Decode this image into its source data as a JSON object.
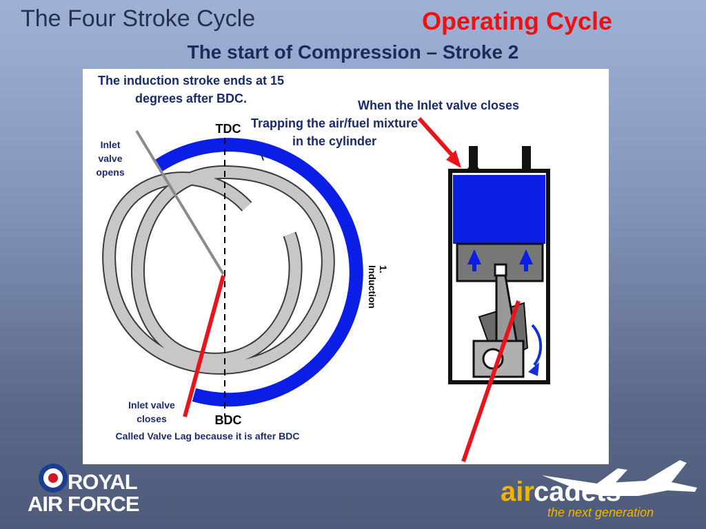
{
  "header": {
    "title": "The Four Stroke Cycle",
    "badge": "Operating Cycle",
    "subtitle": "The start of Compression – Stroke 2"
  },
  "diagram": {
    "note_induction_end": "The induction stroke ends at 15 degrees after BDC.",
    "note_valve_closes": "When the Inlet valve closes",
    "note_trapping": "Trapping the air/fuel mixture in the cylinder",
    "tdc": "TDC",
    "bdc": "BDC",
    "inlet_opens": "Inlet valve opens",
    "inlet_closes": "Inlet valve closes",
    "valve_lag": "Called Valve Lag because it is after BDC",
    "stroke_label": "1. Induction",
    "colors": {
      "induction_arc": "#0a1ee6",
      "spiral": "#c7c7c7",
      "pointer": "#e8141b",
      "crank_arrow": "#1330d8"
    }
  },
  "logos": {
    "raf_line1": "ROYAL",
    "raf_line2": "AIR FORCE",
    "cadets_air": "air",
    "cadets_word": "cadets",
    "cadets_tagline": "the next generation"
  }
}
